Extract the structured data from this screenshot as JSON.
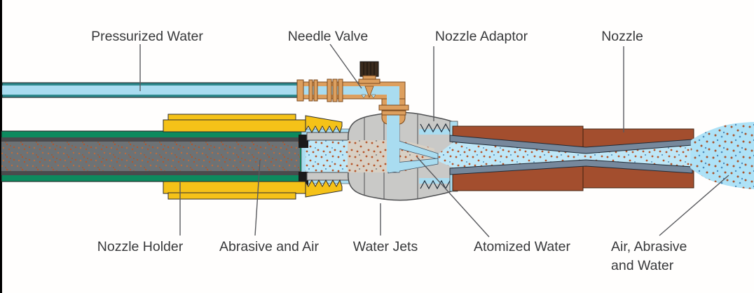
{
  "diagram": {
    "subject": "Abrasive waterjet nozzle cutaway",
    "labels": {
      "pressurized_water": "Pressurized Water",
      "needle_valve": "Needle Valve",
      "nozzle_adaptor": "Nozzle Adaptor",
      "nozzle": "Nozzle",
      "nozzle_holder": "Nozzle Holder",
      "abrasive_and_air": "Abrasive and Air",
      "water_jets": "Water Jets",
      "atomized_water": "Atomized Water",
      "air_abrasive_water_line1": "Air, Abrasive",
      "air_abrasive_water_line2": "and Water"
    }
  },
  "colors": {
    "water_blue": "#a9dcf0",
    "pipe_teal": "#2f8a8e",
    "hose_green": "#0d8a5e",
    "hose_inner_gray": "#6d7275",
    "abrasive_dot_orange": "#b5552a",
    "holder_yellow": "#f5c218",
    "copper_brass": "#dd9f5e",
    "valve_knob_brown": "#3b2b1d",
    "body_gray": "#c9c9c7",
    "nozzle_brown": "#a34e2e",
    "channel_wall_slate": "#76889c",
    "spray_blue": "#aee2f7",
    "mix_tan": "#d8d0c4",
    "label_text": "#38393b",
    "leader_gray": "#595a5e",
    "edge_black": "#000000"
  }
}
